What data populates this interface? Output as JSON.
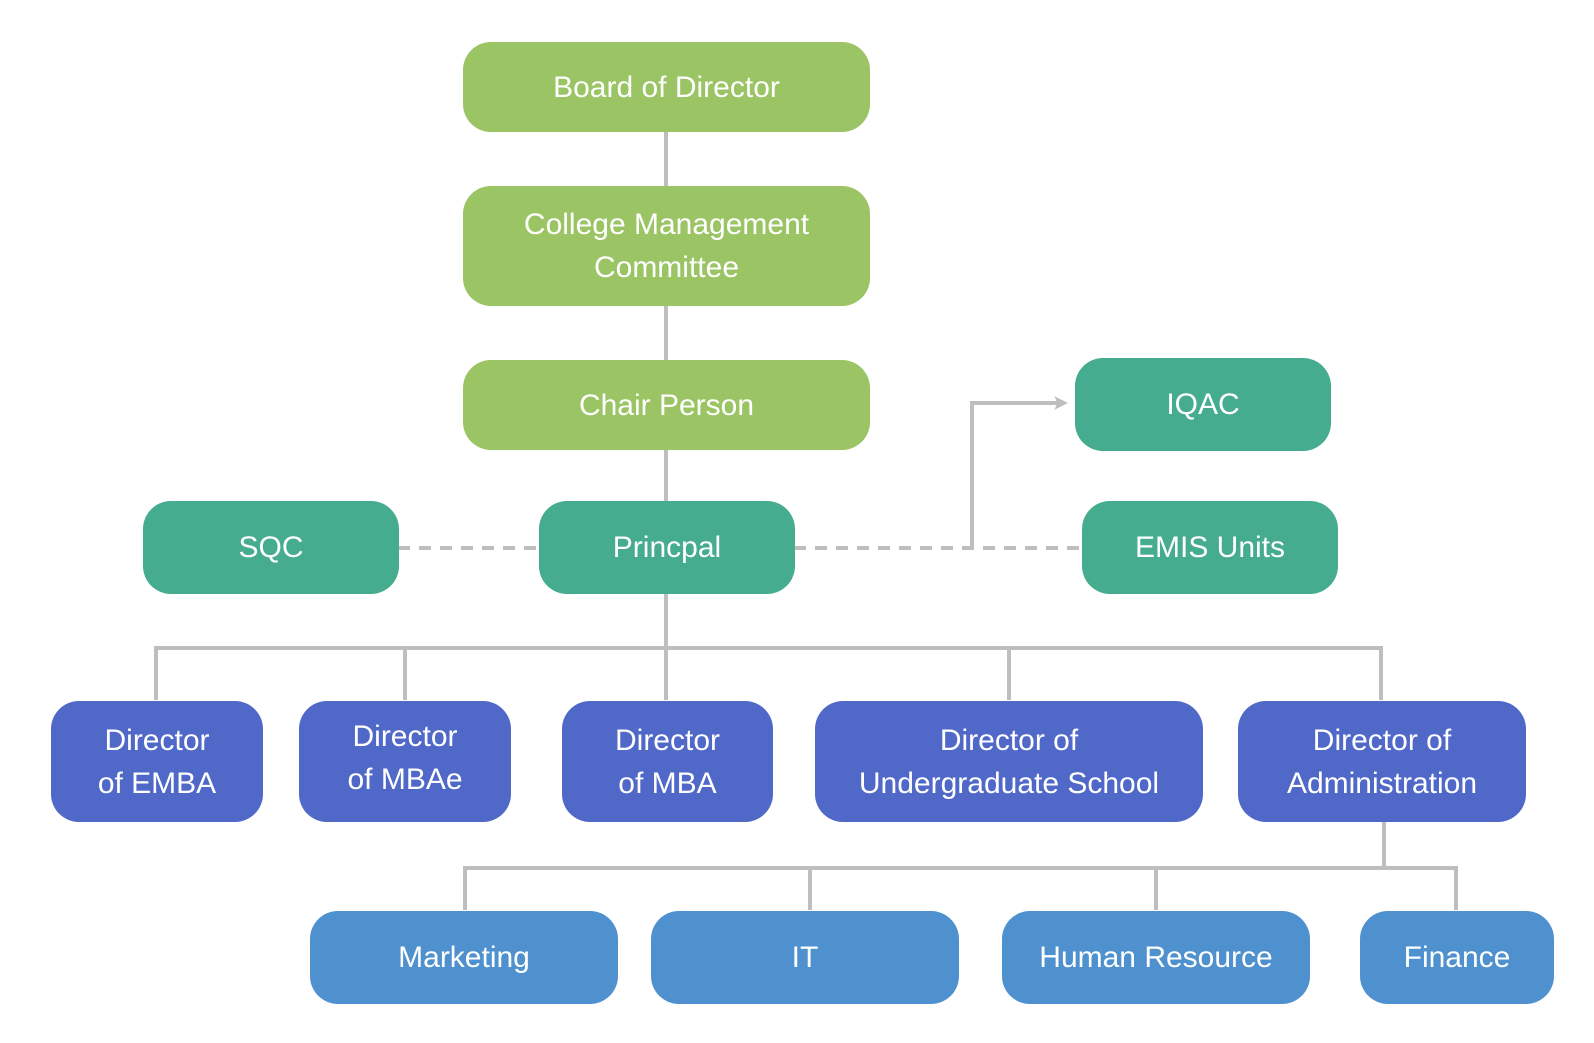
{
  "diagram": {
    "title": "College Organizational Chart",
    "colors": {
      "governance": "#9BC465",
      "executive_units": "#46AC8F",
      "directors": "#5068C8",
      "departments": "#4E91CE",
      "connector": "#BEBEBE"
    },
    "nodes": {
      "board": {
        "label": "Board of Director"
      },
      "committee": {
        "label": "College Management\nCommittee"
      },
      "chair": {
        "label": "Chair Person"
      },
      "iqac": {
        "label": "IQAC"
      },
      "sqc": {
        "label": "SQC"
      },
      "principal": {
        "label": "Princpal"
      },
      "emis": {
        "label": "EMIS Units"
      },
      "dir_emba": {
        "label": "Director\nof EMBA"
      },
      "dir_mbae": {
        "label": "Director\nof MBAe"
      },
      "dir_mba": {
        "label": "Director\nof MBA"
      },
      "dir_ug": {
        "label": "Director of\nUndergraduate School"
      },
      "dir_admin": {
        "label": "Director of\nAdministration"
      },
      "marketing": {
        "label": "Marketing"
      },
      "it": {
        "label": "IT"
      },
      "hr": {
        "label": "Human Resource"
      },
      "finance": {
        "label": "Finance"
      }
    },
    "edges": [
      {
        "from": "board",
        "to": "committee",
        "style": "solid"
      },
      {
        "from": "committee",
        "to": "chair",
        "style": "solid"
      },
      {
        "from": "chair",
        "to": "principal",
        "style": "solid"
      },
      {
        "from": "principal",
        "to": "sqc",
        "style": "dashed"
      },
      {
        "from": "principal",
        "to": "emis",
        "style": "dashed"
      },
      {
        "from": "principal",
        "to": "iqac",
        "style": "arrow"
      },
      {
        "from": "principal",
        "to": "dir_emba",
        "style": "solid"
      },
      {
        "from": "principal",
        "to": "dir_mbae",
        "style": "solid"
      },
      {
        "from": "principal",
        "to": "dir_mba",
        "style": "solid"
      },
      {
        "from": "principal",
        "to": "dir_ug",
        "style": "solid"
      },
      {
        "from": "principal",
        "to": "dir_admin",
        "style": "solid"
      },
      {
        "from": "dir_admin",
        "to": "marketing",
        "style": "solid"
      },
      {
        "from": "dir_admin",
        "to": "it",
        "style": "solid"
      },
      {
        "from": "dir_admin",
        "to": "hr",
        "style": "solid"
      },
      {
        "from": "dir_admin",
        "to": "finance",
        "style": "solid"
      }
    ]
  }
}
